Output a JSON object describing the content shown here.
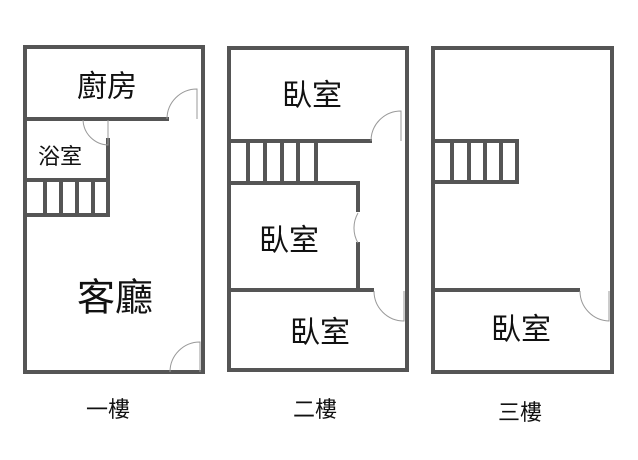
{
  "floors": [
    {
      "label": "一樓",
      "rooms": {
        "kitchen": "廚房",
        "bathroom": "浴室",
        "living": "客廳"
      }
    },
    {
      "label": "二樓",
      "rooms": {
        "bedroom_top": "臥室",
        "bedroom_mid": "臥室",
        "bedroom_bottom": "臥室"
      }
    },
    {
      "label": "三樓",
      "rooms": {
        "bedroom": "臥室"
      }
    }
  ]
}
